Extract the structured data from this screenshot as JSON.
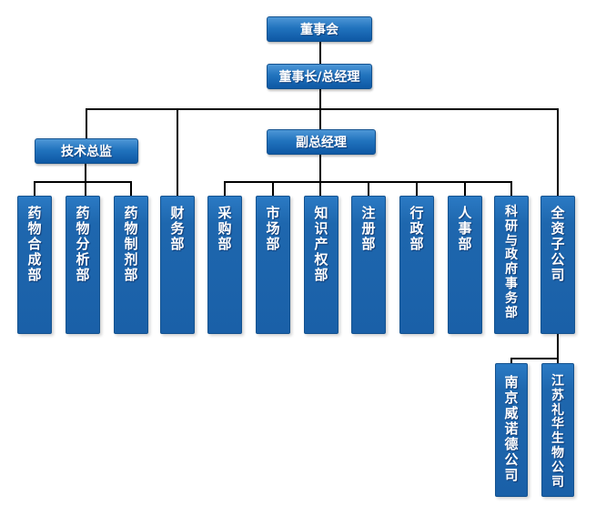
{
  "org_chart": {
    "nodes": {
      "board": {
        "label": "董事会"
      },
      "chairman_gm": {
        "label": "董事长/总经理",
        "reports_to": "董事会"
      },
      "tech_director": {
        "label": "技术总监",
        "reports_to": "董事长/总经理"
      },
      "deputy_gm": {
        "label": "副总经理",
        "reports_to": "董事长/总经理"
      }
    },
    "departments": [
      {
        "label": "药物合成部",
        "reports_to": "技术总监"
      },
      {
        "label": "药物分析部",
        "reports_to": "技术总监"
      },
      {
        "label": "药物制剂部",
        "reports_to": "技术总监"
      },
      {
        "label": "财务部",
        "reports_to": "董事长/总经理"
      },
      {
        "label": "采购部",
        "reports_to": "副总经理"
      },
      {
        "label": "市场部",
        "reports_to": "副总经理"
      },
      {
        "label": "知识产权部",
        "reports_to": "副总经理"
      },
      {
        "label": "注册部",
        "reports_to": "副总经理"
      },
      {
        "label": "行政部",
        "reports_to": "副总经理"
      },
      {
        "label": "人事部",
        "reports_to": "副总经理"
      },
      {
        "label": "科研与政府事务部",
        "reports_to": "副总经理"
      },
      {
        "label": "全资子公司",
        "reports_to": "董事长/总经理"
      }
    ],
    "subsidiaries": [
      {
        "label": "南京威诺德公司",
        "reports_to": "全资子公司"
      },
      {
        "label": "江苏礼华生物公司",
        "reports_to": "全资子公司"
      }
    ],
    "colors": {
      "box_fill": "#1E67AE",
      "box_fill_top": "#4E97D6",
      "box_fill_bottom": "#0E58A4",
      "box_border": "#14528F",
      "connector": "#000000",
      "text": "#FFFFFF",
      "background": "#FFFFFF"
    }
  }
}
